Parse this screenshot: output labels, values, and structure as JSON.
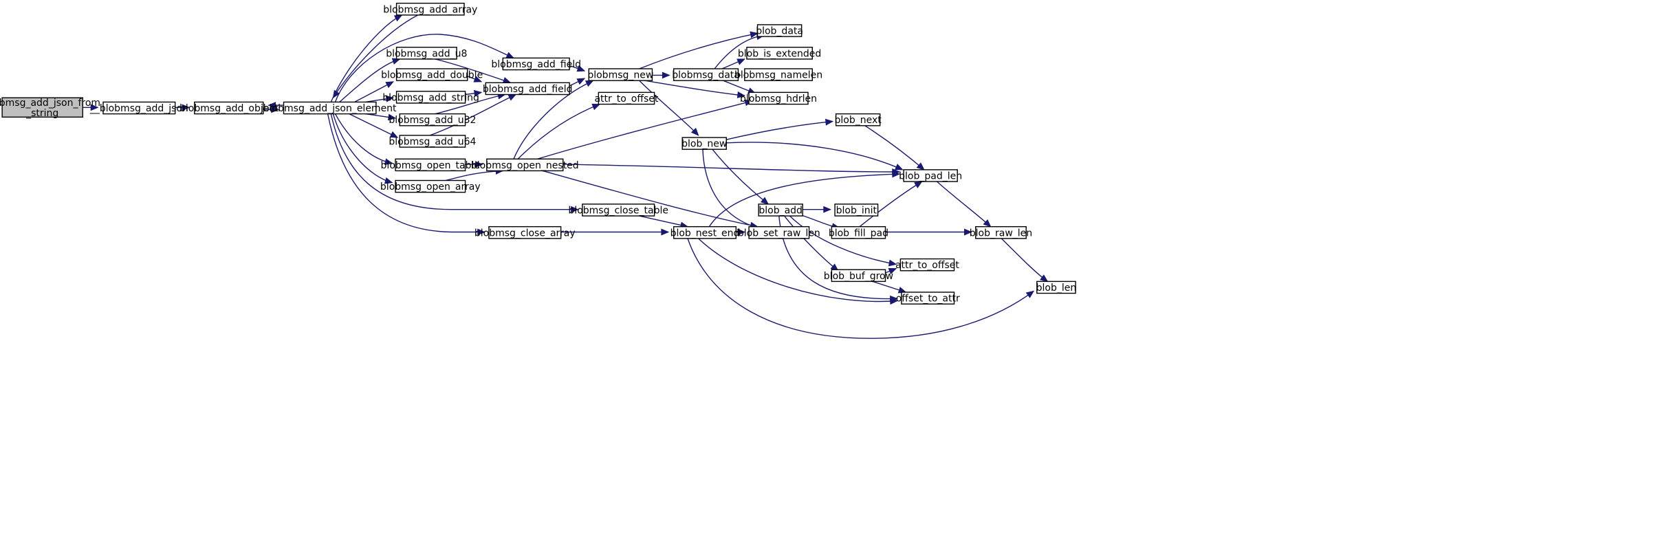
{
  "diagram": {
    "type": "call-graph",
    "root": "blobmsg_add_json_from_string",
    "nodes": [
      {
        "id": "root",
        "lines": [
          "blobmsg_add_json_from",
          "_string"
        ]
      },
      {
        "id": "add_json",
        "lines": [
          "__blobmsg_add_json"
        ]
      },
      {
        "id": "add_object",
        "lines": [
          "blobmsg_add_object"
        ]
      },
      {
        "id": "add_json_element",
        "lines": [
          "blobmsg_add_json_element"
        ]
      },
      {
        "id": "add_array",
        "lines": [
          "blobmsg_add_array"
        ]
      },
      {
        "id": "add_field_top",
        "lines": [
          "blobmsg_add_field"
        ]
      },
      {
        "id": "add_u8",
        "lines": [
          "blobmsg_add_u8"
        ]
      },
      {
        "id": "add_double",
        "lines": [
          "blobmsg_add_double"
        ]
      },
      {
        "id": "add_string",
        "lines": [
          "blobmsg_add_string"
        ]
      },
      {
        "id": "add_u32",
        "lines": [
          "blobmsg_add_u32"
        ]
      },
      {
        "id": "add_u64",
        "lines": [
          "blobmsg_add_u64"
        ]
      },
      {
        "id": "add_field_mid",
        "lines": [
          "blobmsg_add_field"
        ]
      },
      {
        "id": "open_table",
        "lines": [
          "blobmsg_open_table"
        ]
      },
      {
        "id": "open_array",
        "lines": [
          "blobmsg_open_array"
        ]
      },
      {
        "id": "open_nested",
        "lines": [
          "blobmsg_open_nested"
        ]
      },
      {
        "id": "close_table",
        "lines": [
          "blobmsg_close_table"
        ]
      },
      {
        "id": "close_array",
        "lines": [
          "blobmsg_close_array"
        ]
      },
      {
        "id": "blobmsg_new",
        "lines": [
          "blobmsg_new"
        ]
      },
      {
        "id": "attr_to_offset_1",
        "lines": [
          "attr_to_offset"
        ]
      },
      {
        "id": "blobmsg_data",
        "lines": [
          "blobmsg_data"
        ]
      },
      {
        "id": "blob_data",
        "lines": [
          "blob_data"
        ]
      },
      {
        "id": "blob_is_extended",
        "lines": [
          "blob_is_extended"
        ]
      },
      {
        "id": "blobmsg_namelen",
        "lines": [
          "blobmsg_namelen"
        ]
      },
      {
        "id": "blobmsg_hdrlen",
        "lines": [
          "blobmsg_hdrlen"
        ]
      },
      {
        "id": "blob_new",
        "lines": [
          "blob_new"
        ]
      },
      {
        "id": "blob_next",
        "lines": [
          "blob_next"
        ]
      },
      {
        "id": "blob_pad_len",
        "lines": [
          "blob_pad_len"
        ]
      },
      {
        "id": "blob_add",
        "lines": [
          "blob_add"
        ]
      },
      {
        "id": "blob_init",
        "lines": [
          "blob_init"
        ]
      },
      {
        "id": "blob_fill_pad",
        "lines": [
          "blob_fill_pad"
        ]
      },
      {
        "id": "blob_raw_len",
        "lines": [
          "blob_raw_len"
        ]
      },
      {
        "id": "blob_nest_end",
        "lines": [
          "blob_nest_end"
        ]
      },
      {
        "id": "blob_set_raw_len",
        "lines": [
          "blob_set_raw_len"
        ]
      },
      {
        "id": "attr_to_offset_2",
        "lines": [
          "attr_to_offset"
        ]
      },
      {
        "id": "blob_buf_grow",
        "lines": [
          "blob_buf_grow"
        ]
      },
      {
        "id": "offset_to_attr",
        "lines": [
          "offset_to_attr"
        ]
      },
      {
        "id": "blob_len",
        "lines": [
          "blob_len"
        ]
      }
    ],
    "edges": [
      [
        "root",
        "add_json"
      ],
      [
        "add_json",
        "add_object"
      ],
      [
        "add_object",
        "add_json_element"
      ],
      [
        "add_json_element",
        "add_object"
      ],
      [
        "add_json_element",
        "add_array"
      ],
      [
        "add_array",
        "add_json_element"
      ],
      [
        "add_json_element",
        "add_field_top"
      ],
      [
        "add_json_element",
        "add_u8"
      ],
      [
        "add_json_element",
        "add_double"
      ],
      [
        "add_json_element",
        "add_string"
      ],
      [
        "add_json_element",
        "add_u32"
      ],
      [
        "add_json_element",
        "add_u64"
      ],
      [
        "add_json_element",
        "open_table"
      ],
      [
        "add_json_element",
        "open_array"
      ],
      [
        "add_json_element",
        "close_table"
      ],
      [
        "add_json_element",
        "close_array"
      ],
      [
        "add_field_top",
        "blobmsg_new"
      ],
      [
        "add_u8",
        "add_field_mid"
      ],
      [
        "add_double",
        "add_field_mid"
      ],
      [
        "add_string",
        "add_field_mid"
      ],
      [
        "add_u32",
        "add_field_mid"
      ],
      [
        "add_u64",
        "add_field_mid"
      ],
      [
        "add_field_mid",
        "blobmsg_new"
      ],
      [
        "open_table",
        "open_nested"
      ],
      [
        "open_array",
        "open_nested"
      ],
      [
        "open_nested",
        "blobmsg_new"
      ],
      [
        "open_nested",
        "attr_to_offset_1"
      ],
      [
        "open_nested",
        "blobmsg_hdrlen"
      ],
      [
        "open_nested",
        "blob_pad_len"
      ],
      [
        "open_nested",
        "blob_set_raw_len"
      ],
      [
        "close_table",
        "blob_nest_end"
      ],
      [
        "close_array",
        "blob_nest_end"
      ],
      [
        "blobmsg_new",
        "blob_data"
      ],
      [
        "blobmsg_new",
        "blobmsg_data"
      ],
      [
        "blobmsg_new",
        "blobmsg_hdrlen"
      ],
      [
        "blobmsg_new",
        "blob_new"
      ],
      [
        "blobmsg_data",
        "blob_data"
      ],
      [
        "blobmsg_data",
        "blob_is_extended"
      ],
      [
        "blobmsg_data",
        "blobmsg_namelen"
      ],
      [
        "blobmsg_data",
        "blobmsg_hdrlen"
      ],
      [
        "blob_new",
        "blob_next"
      ],
      [
        "blob_new",
        "blob_pad_len"
      ],
      [
        "blob_new",
        "blob_add"
      ],
      [
        "blob_new",
        "blob_set_raw_len"
      ],
      [
        "blob_next",
        "blob_pad_len"
      ],
      [
        "blob_nest_end",
        "blob_pad_len"
      ],
      [
        "blob_nest_end",
        "blob_set_raw_len"
      ],
      [
        "blob_nest_end",
        "offset_to_attr"
      ],
      [
        "blob_nest_end",
        "blob_len"
      ],
      [
        "blob_add",
        "blob_init"
      ],
      [
        "blob_add",
        "blob_fill_pad"
      ],
      [
        "blob_add",
        "attr_to_offset_2"
      ],
      [
        "blob_add",
        "blob_buf_grow"
      ],
      [
        "blob_add",
        "offset_to_attr"
      ],
      [
        "blob_fill_pad",
        "blob_pad_len"
      ],
      [
        "blob_fill_pad",
        "blob_raw_len"
      ],
      [
        "blob_pad_len",
        "blob_raw_len"
      ],
      [
        "blob_buf_grow",
        "attr_to_offset_2"
      ],
      [
        "blob_buf_grow",
        "offset_to_attr"
      ],
      [
        "blob_raw_len",
        "blob_len"
      ]
    ],
    "colors": {
      "edge": "#191970",
      "root_fill": "#bfbfbf",
      "node_fill": "#ffffff",
      "node_stroke": "#000000"
    }
  }
}
